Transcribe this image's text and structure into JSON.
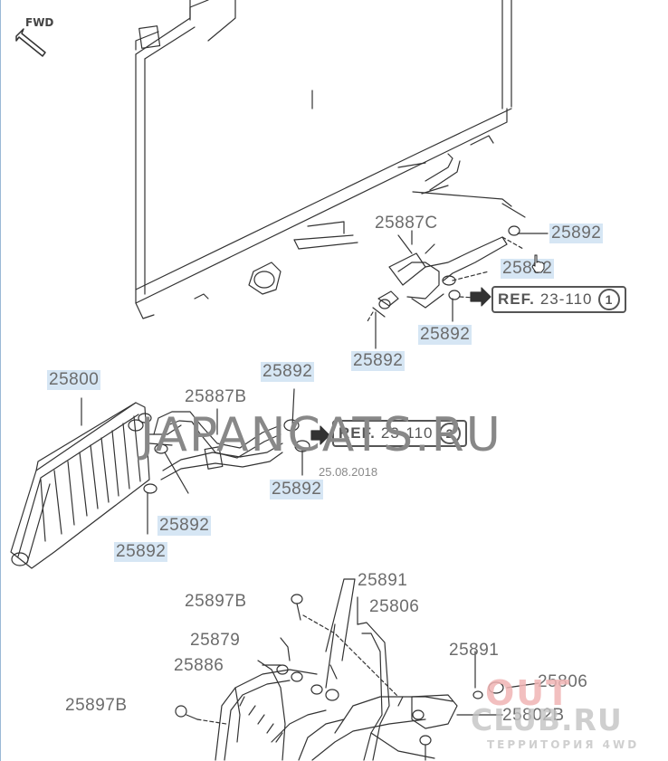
{
  "direction_label": "FWD",
  "parts": [
    {
      "code": "25887C",
      "highlighted": false
    },
    {
      "code": "25892",
      "highlighted": true
    },
    {
      "code": "25892",
      "highlighted": true
    },
    {
      "code": "25892",
      "highlighted": true
    },
    {
      "code": "25892",
      "highlighted": true
    },
    {
      "code": "25800",
      "highlighted": true
    },
    {
      "code": "25887B",
      "highlighted": false
    },
    {
      "code": "25892",
      "highlighted": true
    },
    {
      "code": "25892",
      "highlighted": true
    },
    {
      "code": "25892",
      "highlighted": true
    },
    {
      "code": "25892",
      "highlighted": true
    },
    {
      "code": "25891",
      "highlighted": false
    },
    {
      "code": "25806",
      "highlighted": false
    },
    {
      "code": "25897B",
      "highlighted": false
    },
    {
      "code": "25879",
      "highlighted": false
    },
    {
      "code": "25886",
      "highlighted": false
    },
    {
      "code": "25891",
      "highlighted": false
    },
    {
      "code": "25806",
      "highlighted": false
    },
    {
      "code": "25897B",
      "highlighted": false
    },
    {
      "code": "25802B",
      "highlighted": false
    }
  ],
  "references": [
    {
      "prefix": "REF.",
      "section": "23-110",
      "circle": "1"
    },
    {
      "prefix": "REF.",
      "section": "23-110",
      "circle": "2"
    }
  ],
  "watermark": "JAPANCATS.RU",
  "date": "25.08.2018",
  "logo": {
    "line1": "OUT",
    "line2": "CLUB.RU",
    "line3": "ТЕРРИТОРИЯ 4WD"
  },
  "colors": {
    "highlight": "#d6e6f4",
    "line": "#333333",
    "label": "#6c6c6c"
  }
}
